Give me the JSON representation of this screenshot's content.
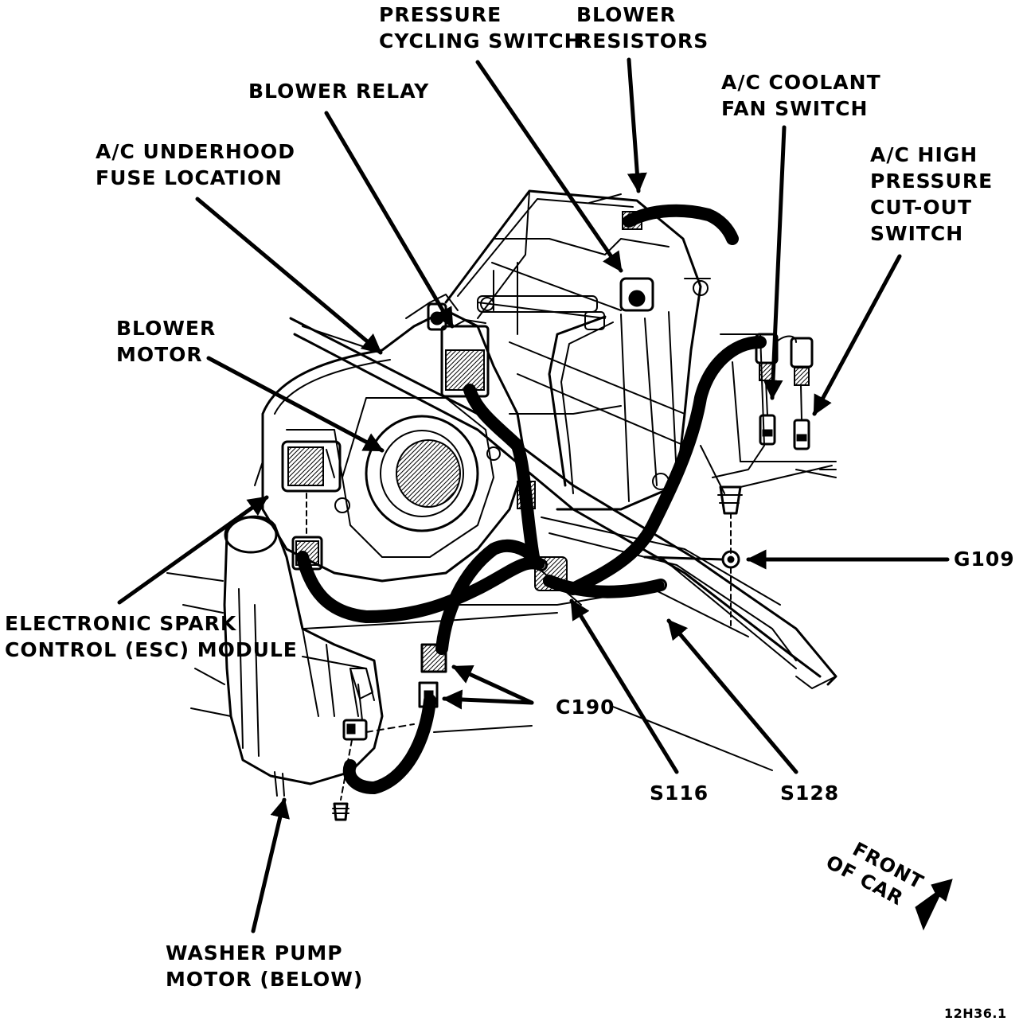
{
  "diagram": {
    "labels": {
      "pressure_cycling_switch": [
        "PRESSURE",
        "CYCLING SWITCH"
      ],
      "blower_resistors": [
        "BLOWER",
        "RESISTORS"
      ],
      "blower_relay": [
        "BLOWER RELAY"
      ],
      "ac_coolant_fan_switch": [
        "A/C COOLANT",
        "FAN SWITCH"
      ],
      "ac_underhood_fuse_location": [
        "A/C UNDERHOOD",
        "FUSE LOCATION"
      ],
      "ac_high_pressure_cutout_switch": [
        "A/C HIGH",
        "PRESSURE",
        "CUT-OUT",
        "SWITCH"
      ],
      "blower_motor": [
        "BLOWER",
        "MOTOR"
      ],
      "g109": "G109",
      "esc_module": [
        "ELECTRONIC SPARK",
        "CONTROL (ESC) MODULE"
      ],
      "c190": "C190",
      "s116": "S116",
      "s128": "S128",
      "washer_pump_motor": [
        "WASHER PUMP",
        "MOTOR (BELOW)"
      ],
      "front_of_car": [
        "FRONT",
        "OF CAR"
      ]
    },
    "figure_id": "12H36.1"
  }
}
